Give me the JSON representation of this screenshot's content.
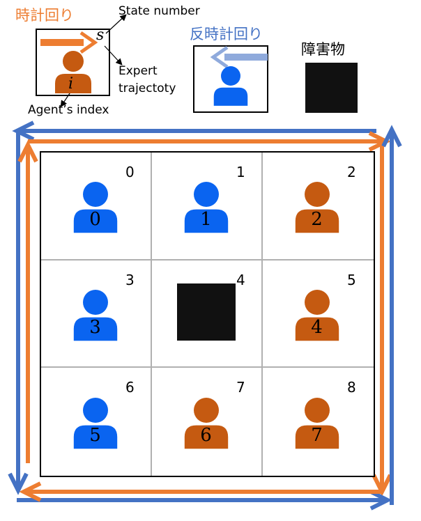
{
  "legend": {
    "clockwise_label": "時計回り",
    "counterclockwise_label": "反時計回り",
    "obstacle_label": "障害物",
    "state_symbol": "s",
    "agent_symbol": "i",
    "state_number_label": "State number",
    "expert_label_line1": "Expert",
    "expert_label_line2": "trajectoty",
    "agent_index_label": "Agent’s index"
  },
  "colors": {
    "clockwise": "#ED7D31",
    "counterclockwise": "#4472C4",
    "counterclockwise_light": "#8FAADC",
    "agent_blue": "#0A64F0",
    "agent_orange": "#C55A11",
    "obstacle": "#111111"
  },
  "grid": {
    "rows": 3,
    "cols": 3,
    "cells": [
      {
        "state": "0",
        "content": "agent",
        "agent_color": "blue",
        "agent_index": "0"
      },
      {
        "state": "1",
        "content": "agent",
        "agent_color": "blue",
        "agent_index": "1"
      },
      {
        "state": "2",
        "content": "agent",
        "agent_color": "orange",
        "agent_index": "2"
      },
      {
        "state": "3",
        "content": "agent",
        "agent_color": "blue",
        "agent_index": "3"
      },
      {
        "state": "4",
        "content": "obstacle"
      },
      {
        "state": "5",
        "content": "agent",
        "agent_color": "orange",
        "agent_index": "4"
      },
      {
        "state": "6",
        "content": "agent",
        "agent_color": "blue",
        "agent_index": "5"
      },
      {
        "state": "7",
        "content": "agent",
        "agent_color": "orange",
        "agent_index": "6"
      },
      {
        "state": "8",
        "content": "agent",
        "agent_color": "orange",
        "agent_index": "7"
      }
    ]
  }
}
